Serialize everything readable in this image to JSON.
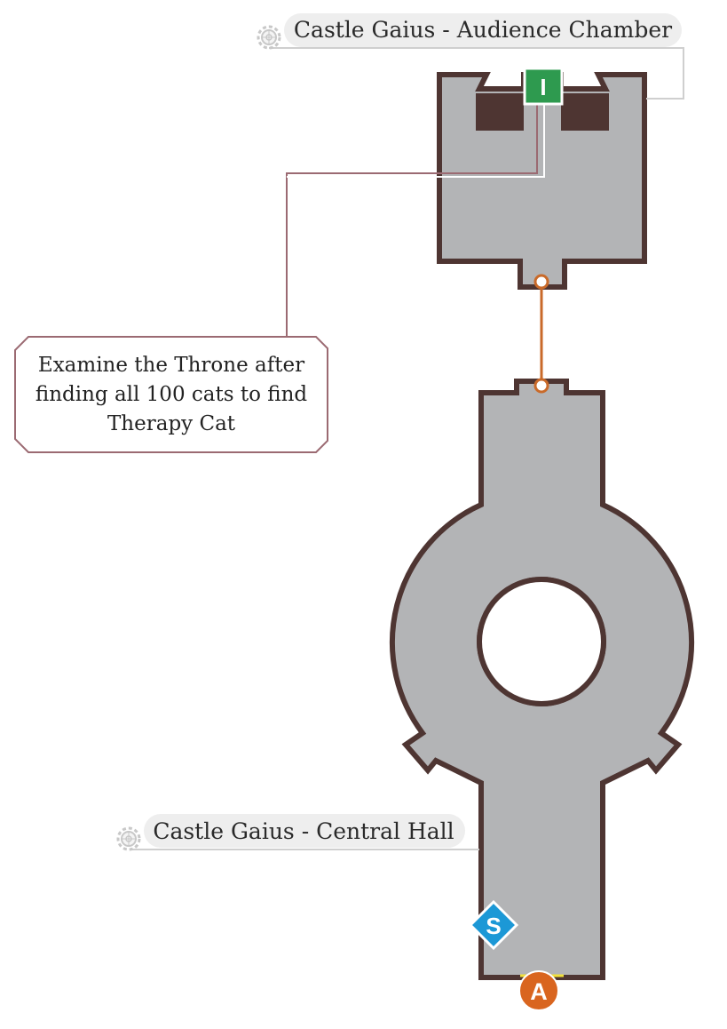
{
  "areas": {
    "audience_chamber": {
      "label": "Castle Gaius - Audience Chamber"
    },
    "central_hall": {
      "label": "Castle Gaius - Central Hall"
    }
  },
  "note": {
    "lines": [
      "Examine the Throne after",
      "finding all 100 cats to find",
      "Therapy Cat"
    ]
  },
  "markers": {
    "item": {
      "glyph": "I",
      "icon": "item-marker-icon"
    },
    "save": {
      "glyph": "S",
      "icon": "save-point-icon"
    },
    "entrance": {
      "glyph": "A",
      "icon": "entrance-marker-icon"
    }
  },
  "colors": {
    "floor": "#b3b4b6",
    "wall": "#4e3532",
    "pill_bg": "#eeeeee",
    "leader_line": "#cfcfcf",
    "note_border": "#9b6a72",
    "connector": "#c96a2a",
    "item_marker": "#2e9a4f",
    "save_marker": "#1c98d6",
    "entrance_marker": "#d9651f"
  }
}
